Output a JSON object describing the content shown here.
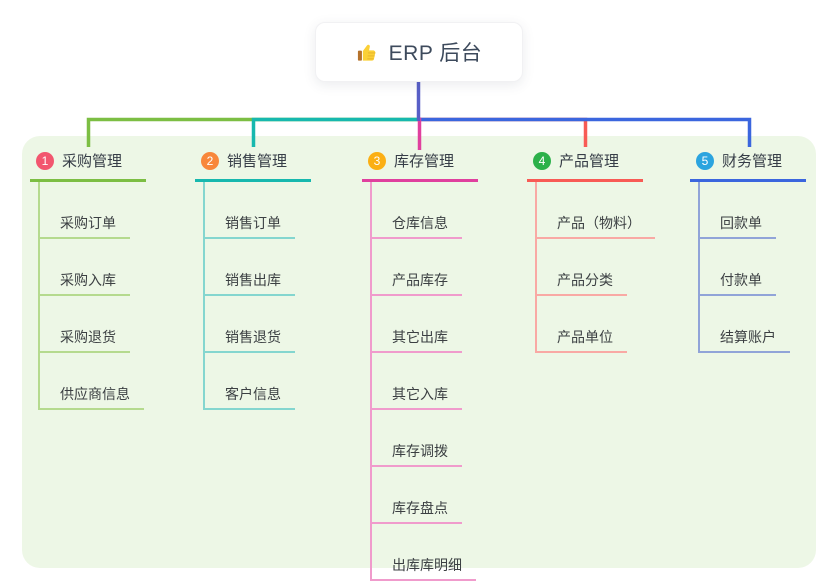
{
  "root": {
    "title": "ERP 后台",
    "icon": "thumbs-up-icon"
  },
  "branches": [
    {
      "index": "1",
      "label": "采购管理",
      "badge_color": "#F2566F",
      "line_color": "#7CBE43",
      "light_color": "#B5DA8E",
      "children": [
        "采购订单",
        "采购入库",
        "采购退货",
        "供应商信息"
      ]
    },
    {
      "index": "2",
      "label": "销售管理",
      "badge_color": "#F8873B",
      "line_color": "#17B8AE",
      "light_color": "#84D6CF",
      "children": [
        "销售订单",
        "销售出库",
        "销售退货",
        "客户信息"
      ]
    },
    {
      "index": "3",
      "label": "库存管理",
      "badge_color": "#FBAF14",
      "line_color": "#E0409E",
      "light_color": "#F09BCC",
      "children": [
        "仓库信息",
        "产品库存",
        "其它出库",
        "其它入库",
        "库存调拨",
        "库存盘点",
        "出库库明细"
      ]
    },
    {
      "index": "4",
      "label": "产品管理",
      "badge_color": "#2CB14A",
      "line_color": "#F85B55",
      "light_color": "#F9A9A4",
      "children": [
        "产品（物料）",
        "产品分类",
        "产品单位"
      ]
    },
    {
      "index": "5",
      "label": "财务管理",
      "badge_color": "#2BA4DF",
      "line_color": "#3B66DE",
      "light_color": "#91A4D8",
      "children": [
        "回款单",
        "付款单",
        "结算账户"
      ]
    }
  ],
  "colors": {
    "root_stem": "#585FC7",
    "panel_bg": "#EDF7E6",
    "title_color": "#3D4A5C",
    "label_color": "#363D47",
    "child_color": "#3C4043"
  }
}
